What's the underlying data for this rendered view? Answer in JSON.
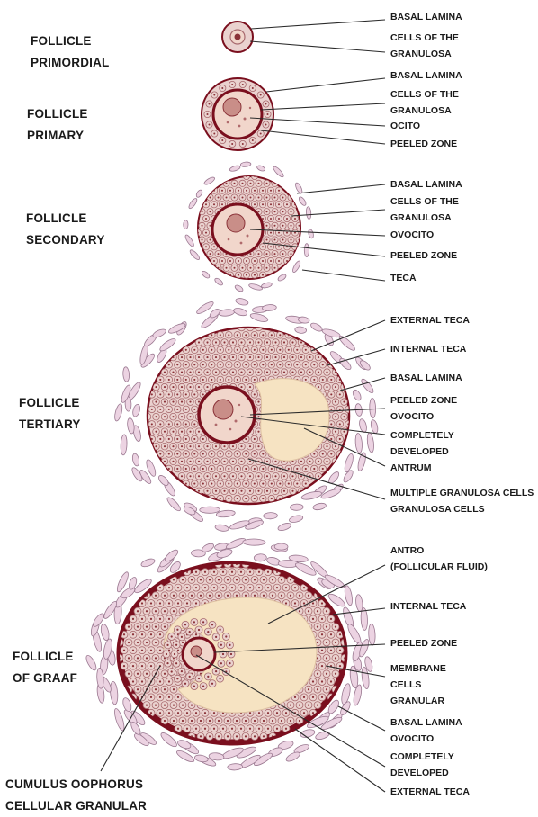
{
  "stages": [
    {
      "id": "primordial",
      "title_lines": [
        "FOLLICLE",
        "PRIMORDIAL"
      ],
      "callouts": [
        [
          "BASAL LAMINA"
        ],
        [
          "CELLS OF THE",
          "GRANULOSA"
        ]
      ]
    },
    {
      "id": "primary",
      "title_lines": [
        "FOLLICLE",
        "PRIMARY"
      ],
      "callouts": [
        [
          "BASAL LAMINA"
        ],
        [
          "CELLS OF THE",
          "GRANULOSA"
        ],
        [
          "OCITO"
        ],
        [
          "PEELED ZONE"
        ]
      ]
    },
    {
      "id": "secondary",
      "title_lines": [
        "FOLLICLE",
        "SECONDARY"
      ],
      "callouts": [
        [
          "BASAL LAMINA"
        ],
        [
          "CELLS OF THE",
          "GRANULOSA"
        ],
        [
          "OVOCITO"
        ],
        [
          "PEELED ZONE"
        ],
        [
          "TECA"
        ]
      ]
    },
    {
      "id": "tertiary",
      "title_lines": [
        "FOLLICLE",
        "TERTIARY"
      ],
      "callouts": [
        [
          "EXTERNAL TECA"
        ],
        [
          "INTERNAL TECA"
        ],
        [
          "BASAL LAMINA"
        ],
        [
          "PEELED ZONE",
          "OVOCITO"
        ],
        [
          "COMPLETELY",
          "DEVELOPED",
          "ANTRUM"
        ],
        [
          "MULTIPLE GRANULOSA CELLS",
          "GRANULOSA CELLS"
        ]
      ]
    },
    {
      "id": "graaf",
      "title_lines": [
        "FOLLICLE",
        "OF GRAAF"
      ],
      "callouts": [
        [
          "ANTRO",
          "(FOLLICULAR FLUID)"
        ],
        [
          "INTERNAL TECA"
        ],
        [
          "PEELED ZONE"
        ],
        [
          "MEMBRANE",
          "CELLS",
          "GRANULAR"
        ],
        [
          "BASAL LAMINA",
          "OVOCITO"
        ],
        [
          "COMPLETELY",
          "DEVELOPED"
        ],
        [
          "EXTERNAL TECA"
        ]
      ],
      "extra_label_lines": [
        "CUMULUS OOPHORUS",
        "CELLULAR GRANULAR"
      ]
    }
  ],
  "colors": {
    "lamina": "#7a0f1e",
    "granulosa_fill": "#ead2cf",
    "cell_outline": "#a86a6e",
    "nucleus": "#8a3238",
    "ooplasm": "#f1d6cb",
    "antrum": "#f6e3c2",
    "theca_cell": "#ecd3e2",
    "theca_outline": "#9a7890",
    "leader_line": "#2b2b2b"
  }
}
